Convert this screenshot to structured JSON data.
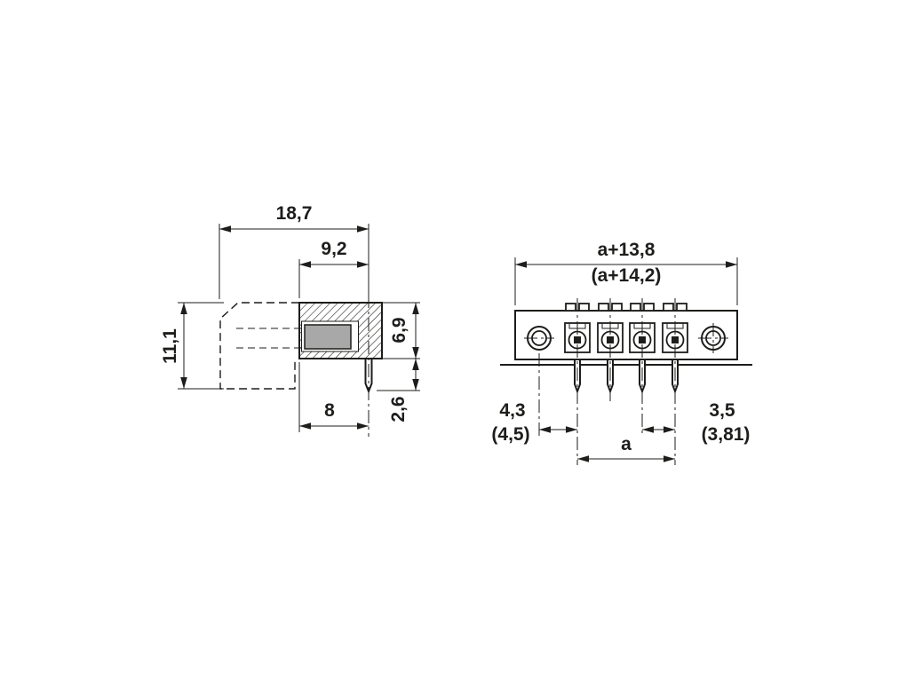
{
  "colors": {
    "line": "#1d1d1b",
    "contact_fill": "#a8a8a8",
    "background": "#ffffff"
  },
  "side_view": {
    "total_depth": "18,7",
    "front_depth": "9,2",
    "height": "11,1",
    "body_height": "6,9",
    "pin_setback": "8",
    "pin_protrusion": "2,6"
  },
  "front_view": {
    "total_width": "a+13,8",
    "total_width_alt": "(a+14,2)",
    "hole_to_pin": "4,3",
    "hole_to_pin_alt": "(4,5)",
    "pin_span": "a",
    "pitch": "3,5",
    "pitch_alt": "(3,81)"
  }
}
